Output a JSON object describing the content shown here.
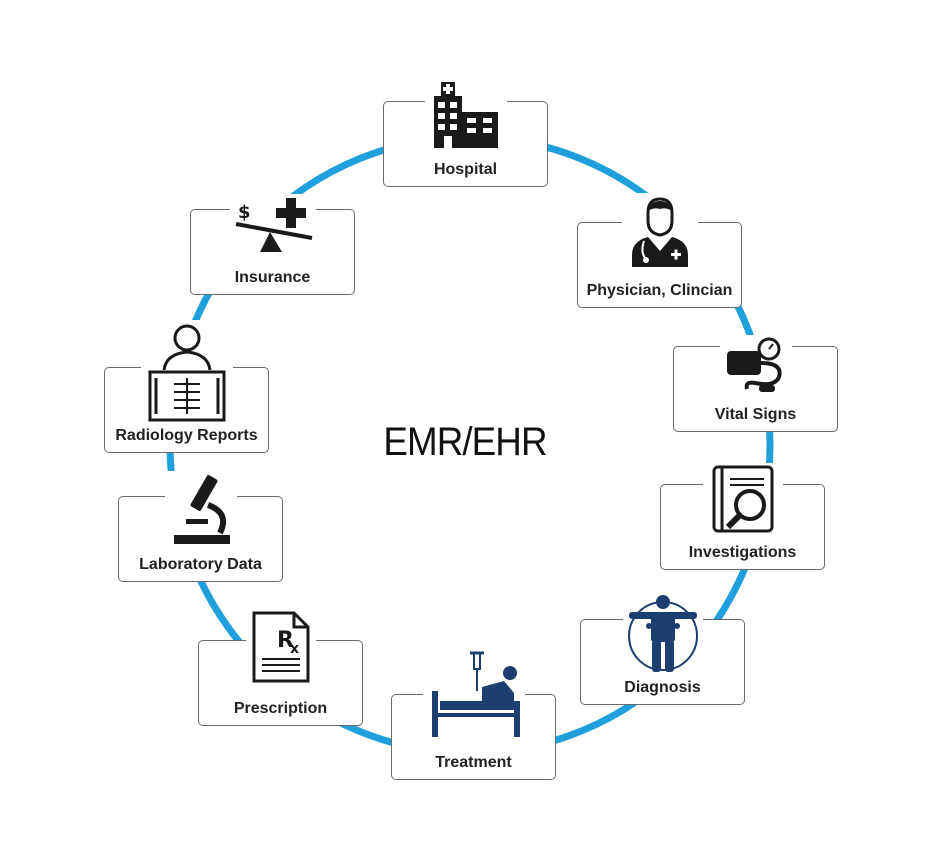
{
  "diagram": {
    "center_title": "EMR/EHR",
    "ring_color": "#1f9fdb",
    "icon_color": "#1a1a1a",
    "accent_color": "#1d3f70",
    "nodes": [
      {
        "label": "Hospital",
        "icon": "hospital-icon"
      },
      {
        "label": "Physician, Clincian",
        "icon": "physician-icon"
      },
      {
        "label": "Vital Signs",
        "icon": "blood-pressure-icon"
      },
      {
        "label": "Investigations",
        "icon": "investigation-icon"
      },
      {
        "label": "Diagnosis",
        "icon": "body-scan-icon"
      },
      {
        "label": "Treatment",
        "icon": "hospital-bed-icon"
      },
      {
        "label": "Prescription",
        "icon": "prescription-icon"
      },
      {
        "label": "Laboratory Data",
        "icon": "microscope-icon"
      },
      {
        "label": "Radiology Reports",
        "icon": "xray-icon"
      },
      {
        "label": "Insurance",
        "icon": "insurance-balance-icon"
      }
    ]
  }
}
